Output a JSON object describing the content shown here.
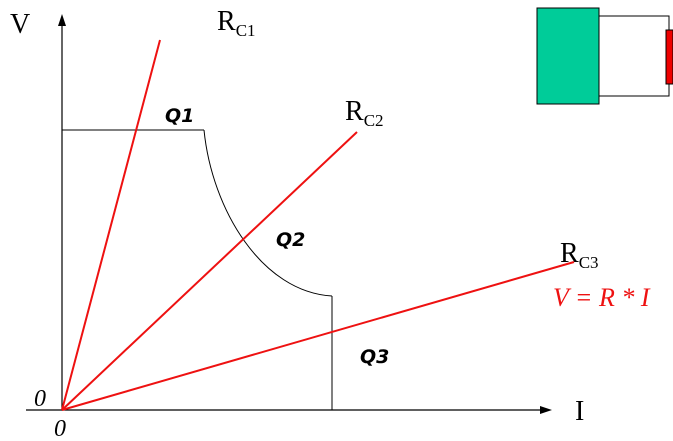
{
  "axes": {
    "y_label": "V",
    "x_label": "I",
    "origin_label_left": "0",
    "origin_label_below": "0"
  },
  "load_lines": [
    {
      "name": "R",
      "subscript": "C1"
    },
    {
      "name": "R",
      "subscript": "C2"
    },
    {
      "name": "R",
      "subscript": "C3"
    }
  ],
  "regions": {
    "q1": "Q1",
    "q2": "Q2",
    "q3": "Q3"
  },
  "formula": "V = R * I",
  "colors": {
    "line_red": "#ee1111",
    "axis": "#000000",
    "box_green": "#00cc99",
    "resistor_red": "#ee0000"
  }
}
